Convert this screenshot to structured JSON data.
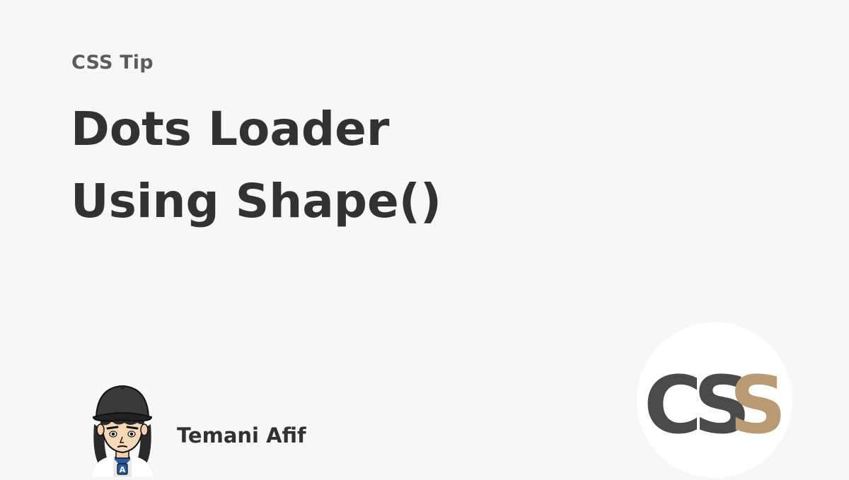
{
  "eyebrow": "CSS Tip",
  "headline": {
    "line1": "Dots Loader",
    "line2": "Using Shape()"
  },
  "author": {
    "name": "Temani Afif",
    "avatar_icon": "cartoon-avatar-icon"
  },
  "logo": {
    "text": "CSS",
    "icon": "css-logo-icon",
    "colors": {
      "dark": "#4a4a4a",
      "accent": "#b99a72"
    }
  },
  "colors": {
    "background": "#f7f7f7",
    "heading": "#323232",
    "eyebrow": "#5c5c5c"
  }
}
